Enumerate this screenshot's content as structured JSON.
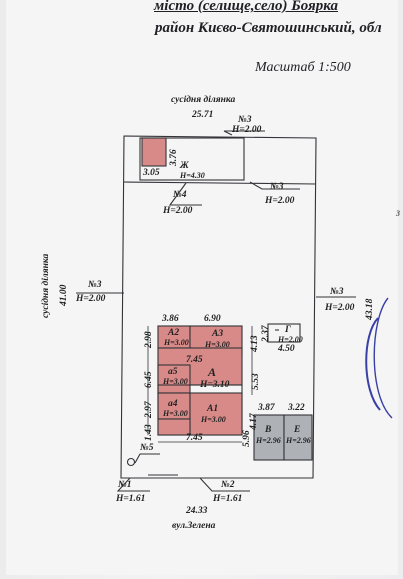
{
  "header": {
    "line1": "місто (селище,село) Боярка",
    "line2": "район Києво-Святошинський, обл",
    "scale": "Масштаб 1:500"
  },
  "plan": {
    "neighbor_top": "сусідня ділянка",
    "neighbor_left": "сусідня ділянка",
    "street": "вул.Зелена",
    "dims": {
      "top": "25.71",
      "left": "41.00",
      "right": "43.18",
      "bottom": "24.33",
      "zh_width": "3.05",
      "zh_depth": "3.76",
      "a2_w": "3.86",
      "a3_w": "6.90",
      "a2_h": "2.98",
      "a3_h": "4.13",
      "a_w": "7.45",
      "a5_h": "6.45",
      "a_h": "5.53",
      "a4_h": "2.97",
      "a1_side": "1.43",
      "a1_w": "7.45",
      "a1_h": "5.96",
      "gap1": "4.17",
      "b_w": "3.87",
      "e_w": "3.22",
      "g_w": "4.50",
      "g_h": "2.37"
    },
    "fences": {
      "n3_top": "№3",
      "n3_top_h": "H=2.00",
      "n3_mid": "№3",
      "n3_mid_h": "H=2.00",
      "n4": "№4",
      "n4_h": "H=2.00",
      "n3_left": "№3",
      "n3_left_h": "H=2.00",
      "n3_right": "№3",
      "n3_right_h": "H=2.00",
      "n5": "№5",
      "n1": "№1",
      "n1_h": "H=1.61",
      "n2": "№2",
      "n2_h": "H=1.61"
    },
    "buildings": {
      "zh": "Ж",
      "zh_h": "H=4.30",
      "a2": "А2",
      "a2_h": "H=3.00",
      "a3": "А3",
      "a3_h": "H=3.00",
      "a": "А",
      "a_h": "H=3.10",
      "a5": "а5",
      "a5_h": "H=3.00",
      "a4": "а4",
      "a4_h": "H=3.00",
      "a1": "А1",
      "a1_h": "H=3.00",
      "g": "Г",
      "g_h": "H=2.00",
      "b": "В",
      "b_h": "H=2.96",
      "e": "Е",
      "e_h": "H=2.96"
    }
  },
  "colors": {
    "building_fill": "#d88a88",
    "shed_fill": "#aeb2b7",
    "line": "#333338",
    "stamp": "#3a3fa6"
  }
}
